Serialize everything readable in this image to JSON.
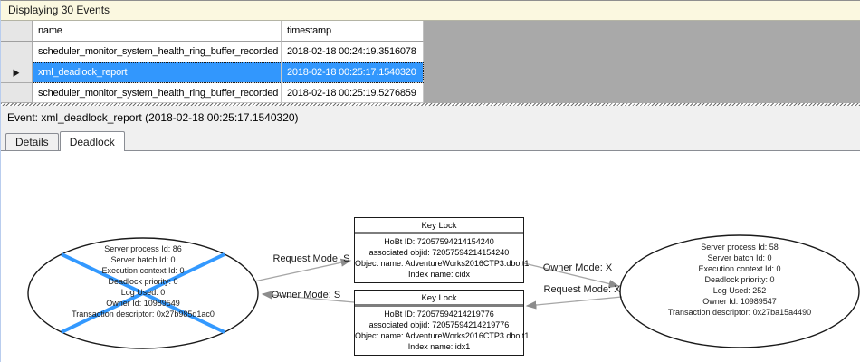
{
  "info_bar": {
    "text": "Displaying 30 Events"
  },
  "grid": {
    "columns": [
      "name",
      "timestamp"
    ],
    "row_marker_icon": "▶",
    "rows": [
      {
        "name": "scheduler_monitor_system_health_ring_buffer_recorded",
        "timestamp": "2018-02-18 00:24:19.3516078",
        "selected": false
      },
      {
        "name": "xml_deadlock_report",
        "timestamp": "2018-02-18 00:25:17.1540320",
        "selected": true
      },
      {
        "name": "scheduler_monitor_system_health_ring_buffer_recorded",
        "timestamp": "2018-02-18 00:25:19.5276859",
        "selected": false
      }
    ]
  },
  "event_bar": {
    "text": "Event: xml_deadlock_report (2018-02-18 00:25:17.1540320)"
  },
  "tabs": {
    "items": [
      {
        "label": "Details",
        "active": false
      },
      {
        "label": "Deadlock",
        "active": true
      }
    ]
  },
  "graph": {
    "processes": [
      {
        "victim": true,
        "lines": [
          "Server process Id: 86",
          "Server batch Id: 0",
          "Execution context Id: 0",
          "Deadlock priority: 0",
          "Log Used: 0",
          "Owner Id: 10989549",
          "Transaction descriptor: 0x27b985d1ac0"
        ]
      },
      {
        "victim": false,
        "lines": [
          "Server process Id: 58",
          "Server batch Id: 0",
          "Execution context Id: 0",
          "Deadlock priority: 0",
          "Log Used: 252",
          "Owner Id: 10989547",
          "Transaction descriptor: 0x27ba15a4490"
        ]
      }
    ],
    "locks": [
      {
        "title": "Key Lock",
        "lines": [
          "HoBt ID: 72057594214154240",
          "associated objid: 72057594214154240",
          "Object name: AdventureWorks2016CTP3.dbo.t1",
          "Index name: cidx"
        ]
      },
      {
        "title": "Key Lock",
        "lines": [
          "HoBt ID: 72057594214219776",
          "associated objid: 72057594214219776",
          "Object name: AdventureWorks2016CTP3.dbo.t1",
          "Index name: idx1"
        ]
      }
    ],
    "edges": [
      {
        "label": "Request Mode: S"
      },
      {
        "label": "Owner Mode: S"
      },
      {
        "label": "Owner Mode: X"
      },
      {
        "label": "Request Mode: X"
      }
    ]
  },
  "colors": {
    "selection_blue": "#3297fd",
    "victim_cross_blue": "#3399ff",
    "info_bar_yellow": "#fbf8e0",
    "grid_filler_gray": "#a9a9a9",
    "edge_line_gray": "#a6a6a6"
  }
}
